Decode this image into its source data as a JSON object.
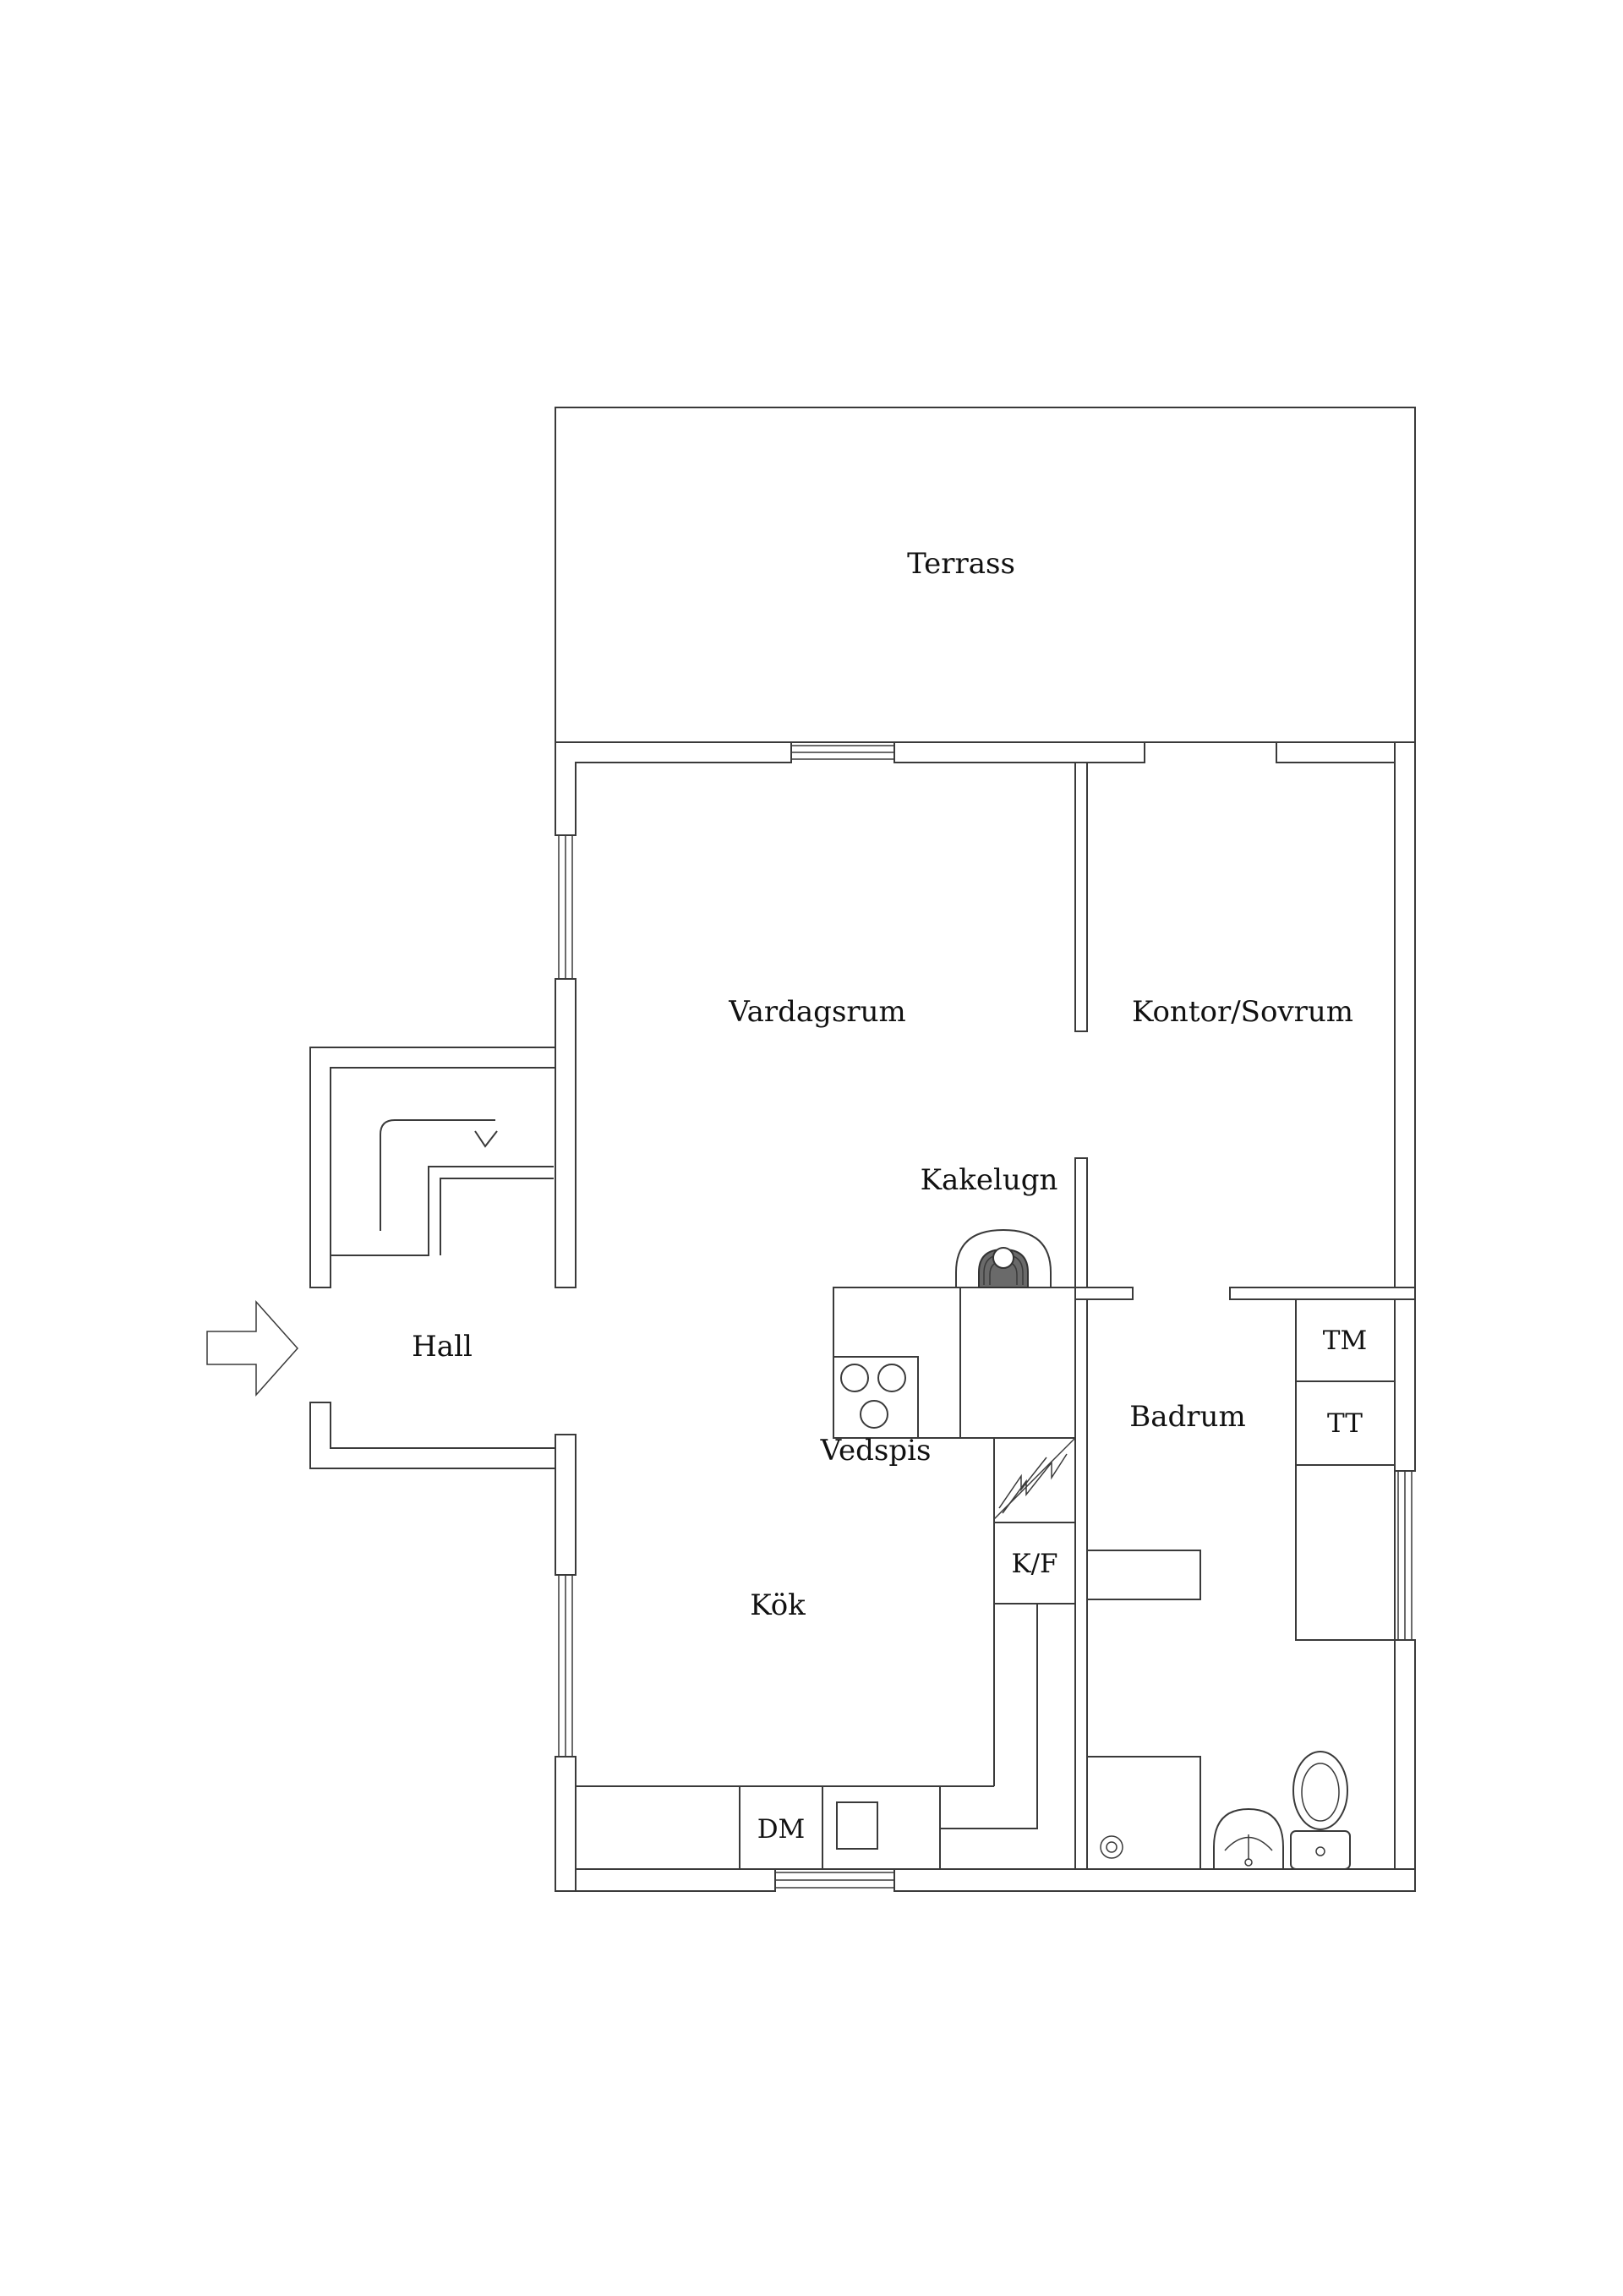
{
  "rooms": {
    "terrass": "Terrass",
    "vardagsrum": "Vardagsrum",
    "kontor": "Kontor/Sovrum",
    "kakelugn": "Kakelugn",
    "hall": "Hall",
    "vedspis": "Vedspis",
    "badrum": "Badrum",
    "kok": "Kök"
  },
  "fixtures": {
    "tm": "TM",
    "tt": "TT",
    "kf": "K/F",
    "dm": "DM"
  },
  "colors": {
    "line": "#3a3a3a",
    "background": "#ffffff",
    "text": "#111111"
  },
  "icons": {
    "entrance": "arrow-right-icon",
    "stairs": "stair-arrow-icon",
    "stove": "stove-burners-icon",
    "kakelugn": "tiled-stove-icon",
    "sink": "sink-icon",
    "toilet": "toilet-icon",
    "drain": "floor-drain-icon",
    "chimney": "chimney-icon"
  }
}
